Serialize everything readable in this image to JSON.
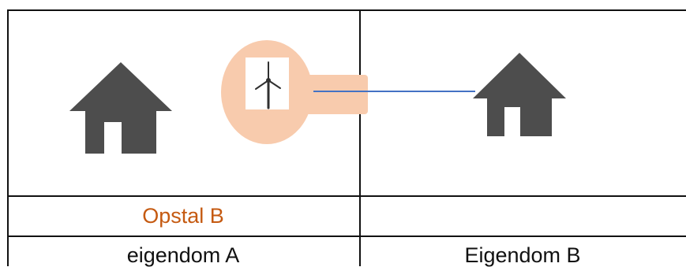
{
  "table": {
    "row2_left_label": "Opstal B",
    "row2_right_label": "",
    "row3_left_label": "eigendom A",
    "row3_right_label": "Eigendom B"
  },
  "icons": {
    "left_house": "house-icon",
    "right_house": "house-icon",
    "turbine": "wind-turbine-icon"
  },
  "colors": {
    "house": "#4d4d4d",
    "accent": "#c55a11",
    "halo": "#f8cbad",
    "cable": "#4472c4",
    "grid": "#111111"
  }
}
